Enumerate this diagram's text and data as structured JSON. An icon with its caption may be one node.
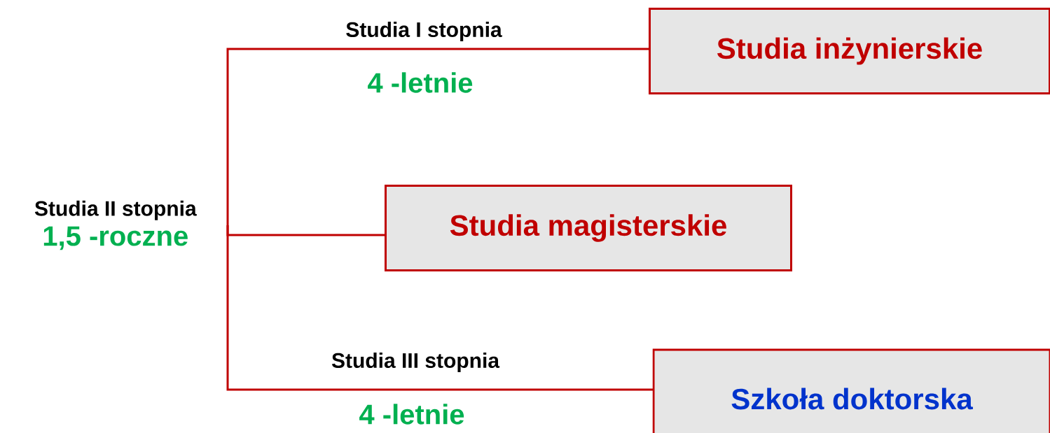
{
  "diagram": {
    "nodes": [
      {
        "text": [
          "Studia II stopnia",
          "1,5 -roczne"
        ]
      },
      {
        "text": [
          "Studia inżynierskie"
        ]
      },
      {
        "text": [
          "Studia magisterskie"
        ]
      },
      {
        "text": [
          "Szkoła doktorska"
        ]
      }
    ],
    "edges": [
      {
        "from": 0,
        "to": 1,
        "arrow": "none",
        "label": "Studia I stopnia"
      },
      {
        "from": 0,
        "to": 2,
        "arrow": "none"
      },
      {
        "from": 0,
        "to": 3,
        "arrow": "none",
        "label": "Studia III stopnia"
      }
    ],
    "labels": [
      "4 -letnie",
      "4 -letnie"
    ]
  }
}
